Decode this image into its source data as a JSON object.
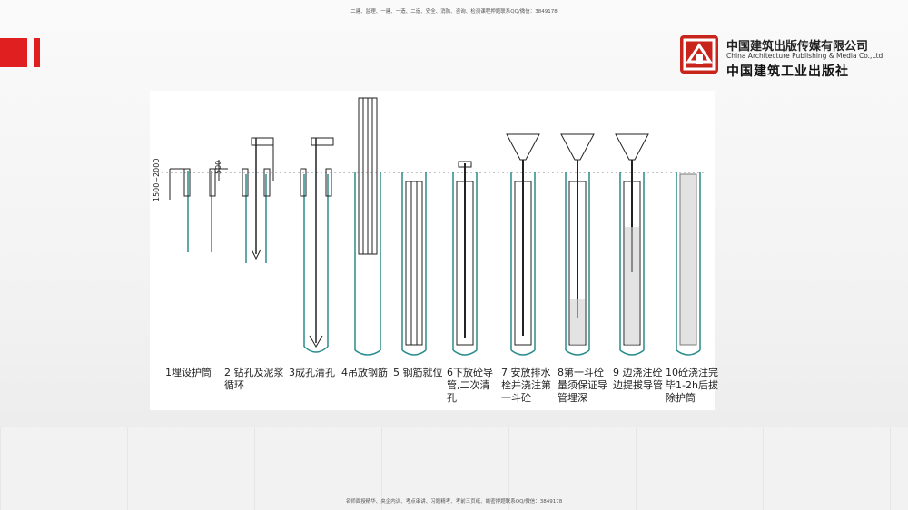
{
  "header": {
    "top_note": "二建、监理、一建、一造、二造、安全、消防、咨询、检测课程押题联系QQ/微信：3849178",
    "bottom_note": "名师面授精华、央企内训、考点串讲、习题精考、考前三页纸、絶密押题联系QQ/微信：3849178",
    "publisher_cn": "中国建筑出版传媒有限公司",
    "publisher_en": "China Architecture Publishing & Media Co.,Ltd",
    "publisher_cn2": "中国建筑工业出版社",
    "logo_icon": "publisher-logo-icon"
  },
  "diagram": {
    "dim_vertical": "1500~2000",
    "dim_small": "500",
    "steps": [
      {
        "label": "1埋设护筒"
      },
      {
        "label": "2 钻孔及泥浆循环"
      },
      {
        "label": "3成孔清孔"
      },
      {
        "label": "4吊放钢筋"
      },
      {
        "label": "5 钢筋就位"
      },
      {
        "label": "6下放砼导管,二次清孔"
      },
      {
        "label": "7 安放排水栓并浇注第一斗砼"
      },
      {
        "label": "8第一斗砼量须保证导管埋深"
      },
      {
        "label": "9 边浇注砼边提拔导管"
      },
      {
        "label": "10砼浇注完毕1-2h后拔除护筒"
      }
    ]
  },
  "colors": {
    "accent": "#e02020",
    "pile": "#2a8c8c",
    "line": "#222222"
  }
}
